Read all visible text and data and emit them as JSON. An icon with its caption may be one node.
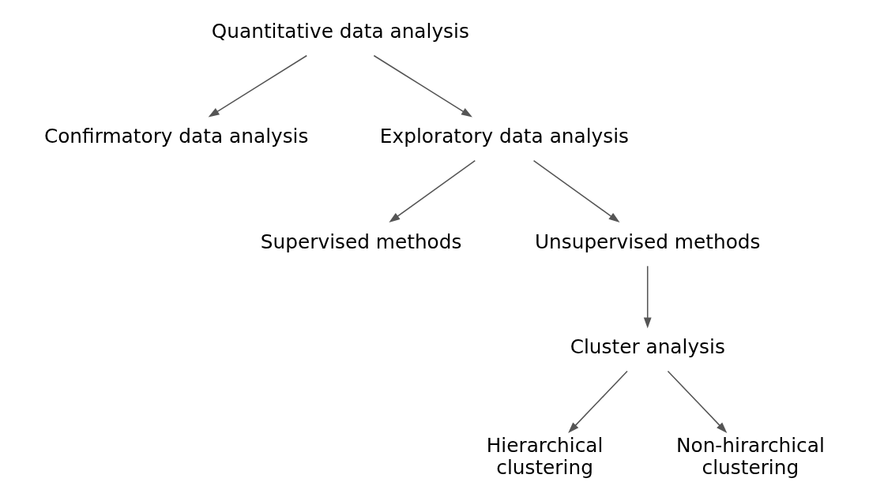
{
  "diagram": {
    "nodes": [
      {
        "text": [
          "Quantitative data analysis"
        ]
      },
      {
        "text": [
          "Confirmatory data analysis"
        ]
      },
      {
        "text": [
          "Exploratory data analysis"
        ]
      },
      {
        "text": [
          "Supervised methods"
        ]
      },
      {
        "text": [
          "Unsupervised methods"
        ]
      },
      {
        "text": [
          "Cluster analysis"
        ]
      },
      {
        "text": [
          "Hierarchical clustering"
        ]
      },
      {
        "text": [
          "Non-hirarchical clustering"
        ]
      }
    ],
    "edges": [
      {
        "from": 0,
        "to": 1,
        "arrow": "to"
      },
      {
        "from": 0,
        "to": 2,
        "arrow": "to"
      },
      {
        "from": 2,
        "to": 3,
        "arrow": "to"
      },
      {
        "from": 2,
        "to": 4,
        "arrow": "to"
      },
      {
        "from": 4,
        "to": 5,
        "arrow": "to"
      },
      {
        "from": 5,
        "to": 6,
        "arrow": "to"
      },
      {
        "from": 5,
        "to": 7,
        "arrow": "to"
      }
    ]
  }
}
